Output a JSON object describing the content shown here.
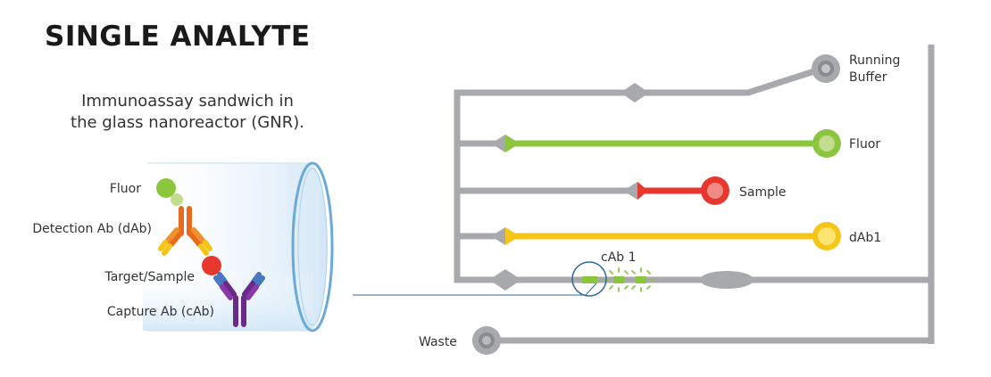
{
  "title": "SINGLE ANALYTE",
  "subtitle": {
    "line1": "Immunoassay sandwich in",
    "line2": "the glass nanoreactor (GNR)."
  },
  "assay_labels": {
    "fluor": "Fluor",
    "detection_ab": "Detection Ab (dAb)",
    "target_sample": "Target/Sample",
    "capture_ab": "Capture Ab (cAb)"
  },
  "channels": {
    "running_buffer_line1": "Running",
    "running_buffer_line2": "Buffer",
    "fluor": "Fluor",
    "sample": "Sample",
    "dab1": "dAb1",
    "cab1": "cAb 1",
    "waste": "Waste"
  },
  "colors": {
    "channel_gray": "#a8a9ac",
    "fluor_green": "#8cc63f",
    "sample_red": "#e8372e",
    "dab_yellow": "#f5c518",
    "cab_purple": "#6a2a8a",
    "dab_orange": "#e86a1e",
    "capture_blue": "#4a78c0",
    "gnr_blue": "#6aaad8"
  }
}
